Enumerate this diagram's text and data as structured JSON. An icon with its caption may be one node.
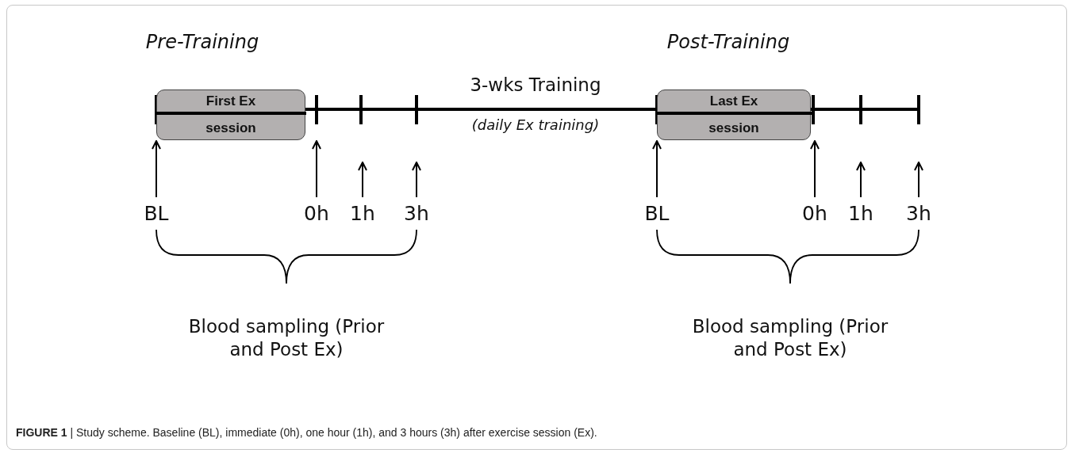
{
  "diagram": {
    "caption": "**FIGURE 1** | Study scheme. Baseline (BL), immediate (0h), one hour (1h), and 3 hours (3h) after exercise session (Ex).",
    "nodes": [
      {
        "text": [
          "First Ex session"
        ]
      },
      {
        "text": [
          "Last Ex session"
        ]
      },
      {
        "text": [
          "BL"
        ]
      },
      {
        "text": [
          "0h"
        ]
      },
      {
        "text": [
          "1h"
        ]
      },
      {
        "text": [
          "3h"
        ]
      },
      {
        "text": [
          "BL"
        ]
      },
      {
        "text": [
          "0h"
        ]
      },
      {
        "text": [
          "1h"
        ]
      },
      {
        "text": [
          "3h"
        ]
      }
    ],
    "edges": [
      {
        "from": 2,
        "to": 0,
        "arrow": "to"
      },
      {
        "from": 3,
        "to": 0,
        "arrow": "to"
      },
      {
        "from": 4,
        "to": null,
        "arrow": "to"
      },
      {
        "from": 5,
        "to": null,
        "arrow": "to"
      },
      {
        "from": 6,
        "to": 1,
        "arrow": "to"
      },
      {
        "from": 7,
        "to": 1,
        "arrow": "to"
      },
      {
        "from": 8,
        "to": null,
        "arrow": "to"
      },
      {
        "from": 9,
        "to": null,
        "arrow": "to"
      }
    ],
    "labels": [
      "Pre-Training",
      "Post-Training",
      "3-wks Training",
      "(daily Ex training)",
      "Blood sampling (Prior and Post Ex)",
      "Blood sampling (Prior and Post Ex)"
    ]
  }
}
